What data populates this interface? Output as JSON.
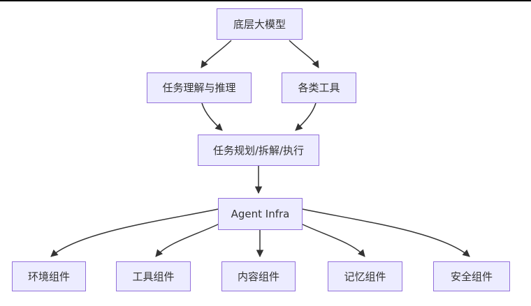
{
  "diagram": {
    "title": "Agent architecture flowchart",
    "nodes": {
      "base_model": {
        "label": "底层大模型"
      },
      "task_understanding": {
        "label": "任务理解与推理"
      },
      "tools": {
        "label": "各类工具"
      },
      "task_planning": {
        "label": "任务规划/拆解/执行"
      },
      "agent_infra": {
        "label": "Agent Infra"
      },
      "env_component": {
        "label": "环境组件"
      },
      "tool_component": {
        "label": "工具组件"
      },
      "content_component": {
        "label": "内容组件"
      },
      "memory_component": {
        "label": "记忆组件"
      },
      "security_component": {
        "label": "安全组件"
      }
    },
    "edges": [
      {
        "from": "底层大模型",
        "to": "任务理解与推理"
      },
      {
        "from": "底层大模型",
        "to": "各类工具"
      },
      {
        "from": "任务理解与推理",
        "to": "任务规划/拆解/执行"
      },
      {
        "from": "各类工具",
        "to": "任务规划/拆解/执行"
      },
      {
        "from": "任务规划/拆解/执行",
        "to": "Agent Infra"
      },
      {
        "from": "Agent Infra",
        "to": "环境组件"
      },
      {
        "from": "Agent Infra",
        "to": "工具组件"
      },
      {
        "from": "Agent Infra",
        "to": "内容组件"
      },
      {
        "from": "Agent Infra",
        "to": "记忆组件"
      },
      {
        "from": "Agent Infra",
        "to": "安全组件"
      }
    ],
    "colors": {
      "node_fill": "#ECECFF",
      "node_border": "#9370DB",
      "edge": "#333333",
      "text": "#333333",
      "top_line": "#000000",
      "background": "#ffffff"
    }
  }
}
